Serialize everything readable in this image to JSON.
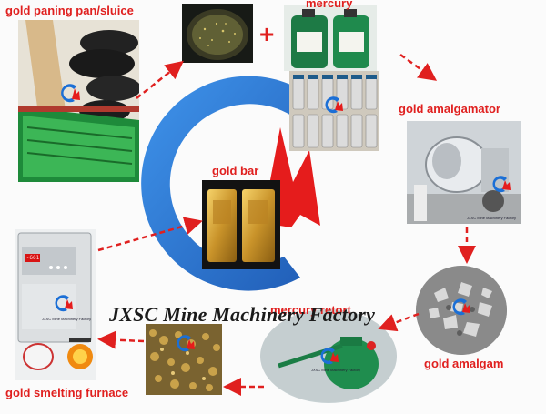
{
  "labels": {
    "panning": "gold paning pan/sluice",
    "mercury": "mercury",
    "plus": "+",
    "gold_bar": "gold bar",
    "amalgamator": "gold amalgamator",
    "amalgam": "gold amalgam",
    "retort": "mercury retort",
    "furnace": "gold smelting furnace",
    "brand": "JXSC Mine Machinery Factory"
  },
  "watermark": {
    "text": "JXSC Mine Machinery Factory"
  },
  "furnace_display": "-661",
  "colors": {
    "label_red": "#e0201f",
    "arrow_red": "#e0201f",
    "logo_blue": "#1b6fd6",
    "logo_red": "#e51c1c"
  },
  "icons": {
    "big_logo": "jxsc-logo",
    "small_logo": "jxsc-logo-icon"
  }
}
